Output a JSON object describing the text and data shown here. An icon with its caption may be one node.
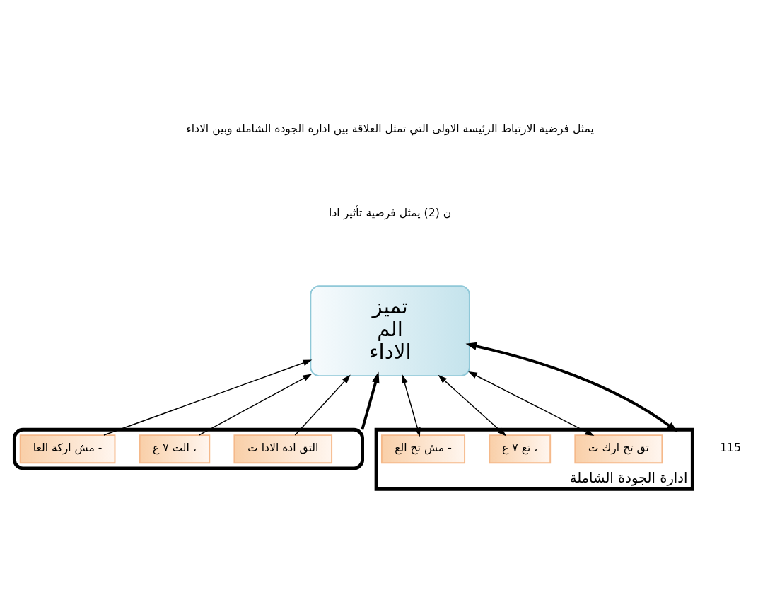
{
  "diagram": {
    "nodes": [
      {
        "text": [
          "تميز",
          "الم",
          "الاداء"
        ]
      },
      {
        "text": [],
        "shape": "hexagon"
      },
      {
        "text": [
          "التق ادة الادا ت"
        ],
        "in": 1
      },
      {
        "text": [
          "الت ٧ ع ،"
        ],
        "in": 1
      },
      {
        "text": [
          "مش اركة العا -"
        ],
        "in": 1
      },
      {
        "text": [
          "ادارة الجودة الشاملة"
        ]
      },
      {
        "text": [
          "تق تح ارك ت"
        ],
        "in": 5
      },
      {
        "text": [
          "تع ٧ ع ،"
        ],
        "in": 5
      },
      {
        "text": [
          "مش تح الع -"
        ],
        "in": 5
      }
    ],
    "edges": [
      {
        "from": 1,
        "to": 0,
        "arrow": "to",
        "style": "thick"
      },
      {
        "from": 5,
        "to": 0,
        "arrow": "both",
        "style": "thick"
      },
      {
        "from": 2,
        "to": 0,
        "arrow": "to"
      },
      {
        "from": 3,
        "to": 0,
        "arrow": "to"
      },
      {
        "from": 4,
        "to": 0,
        "arrow": "to"
      },
      {
        "from": 6,
        "to": 0,
        "arrow": "both"
      },
      {
        "from": 7,
        "to": 0,
        "arrow": "both"
      },
      {
        "from": 8,
        "to": 0,
        "arrow": "both"
      }
    ],
    "labels": [
      "يمثل فرضية الارتباط الرئيسة الاولى التي تمثل العلاقة بين ادارة الجودة الشاملة وبين الاداء",
      "ن (2) يمثل فرضية تأثير ادا",
      "115"
    ]
  }
}
